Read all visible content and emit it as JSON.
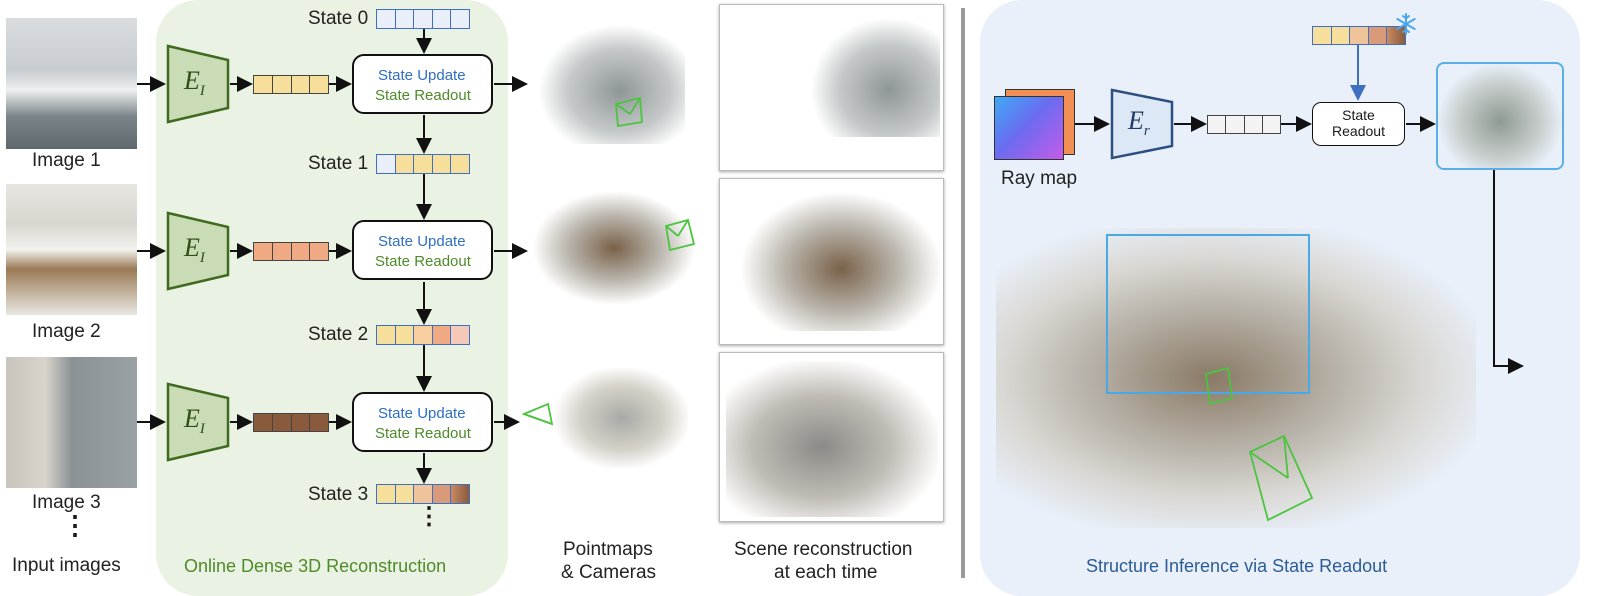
{
  "inputs": {
    "images": [
      {
        "label": "Image 1"
      },
      {
        "label": "Image 2"
      },
      {
        "label": "Image 3"
      }
    ],
    "footer": "Input images",
    "ellipsis": "⋮"
  },
  "online": {
    "title": "Online Dense 3D Reconstruction",
    "encoder": "E",
    "encoder_sub": "I",
    "states": [
      "State 0",
      "State 1",
      "State 2",
      "State 3"
    ],
    "block_update": "State Update",
    "block_readout": "State Readout",
    "ellipsis": "⋮"
  },
  "pointmaps": {
    "caption_line1": "Pointmaps",
    "caption_line2": "& Cameras"
  },
  "scene": {
    "caption_line1": "Scene reconstruction",
    "caption_line2": "at each time"
  },
  "inference": {
    "title": "Structure Inference via State Readout",
    "raymap_label": "Ray map",
    "encoder": "E",
    "encoder_sub": "r",
    "readout_line1": "State",
    "readout_line2": "Readout",
    "freeze_icon": "snowflake-icon"
  },
  "colors": {
    "green_panel": "#eaf3e3",
    "blue_panel": "#e9f0fa",
    "encoder_green": "#c9dcb5",
    "encoder_border": "#3f6a1f",
    "token_1": "#f6df9a",
    "token_2": "#efaa84",
    "token_3": "#8a5a3c",
    "state_border": "#3f6fc0"
  }
}
